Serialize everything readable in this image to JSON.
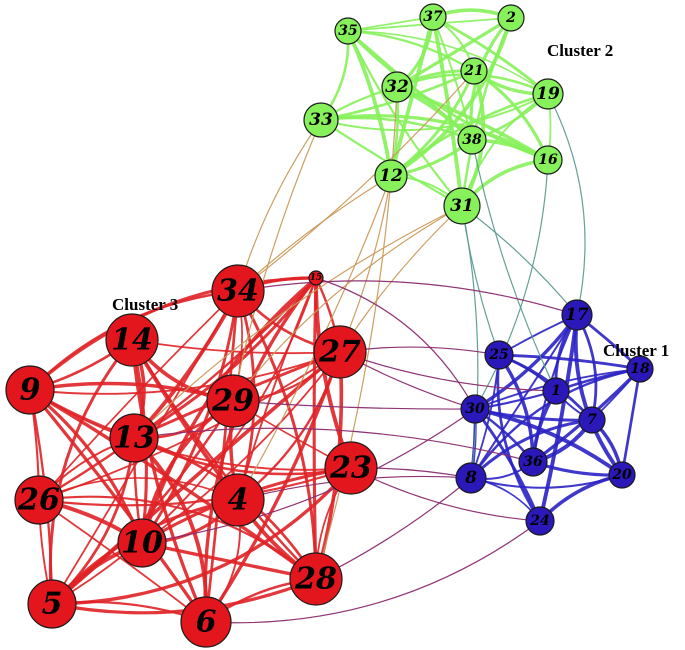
{
  "cluster_labels": [
    "Cluster 2",
    "Cluster 3",
    "Cluster 1"
  ],
  "clusters": [
    {
      "id": 1,
      "color": "#2b18b8",
      "edge_color": "#2a22c4",
      "nodes": [
        "17",
        "25",
        "18",
        "1",
        "30",
        "7",
        "36",
        "8",
        "20",
        "24"
      ]
    },
    {
      "id": 2,
      "color": "#86f15a",
      "edge_color": "#86f15a",
      "nodes": [
        "35",
        "37",
        "2",
        "21",
        "32",
        "19",
        "33",
        "38",
        "16",
        "12",
        "31"
      ]
    },
    {
      "id": 3,
      "color": "#e2161c",
      "edge_color": "#e02226",
      "nodes": [
        "15",
        "34",
        "14",
        "27",
        "9",
        "29",
        "13",
        "23",
        "26",
        "4",
        "10",
        "28",
        "5",
        "6"
      ]
    }
  ],
  "inter_cluster_colors": {
    "2-3": "#c99a5a",
    "2-1": "#5b9b8f",
    "3-1": "#8a2a6e"
  }
}
